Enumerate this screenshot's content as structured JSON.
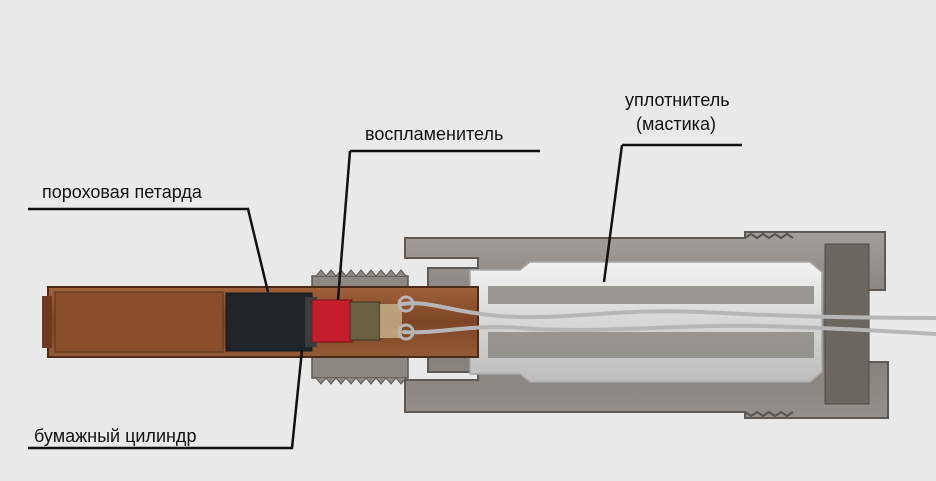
{
  "labels": {
    "powder_charge": "пороховая петарда",
    "igniter": "воспламенитель",
    "sealant_line1": "уплотнитель",
    "sealant_line2": "(мастика)",
    "paper_cylinder": "бумажный цилиндр"
  },
  "colors": {
    "background": "#e9e9e9",
    "steel": "#8b8580",
    "copper_tube": "#8a4f2e",
    "powder": "#1f2327",
    "igniter": "#d81e2c",
    "sealant": "#e4e4e4"
  }
}
